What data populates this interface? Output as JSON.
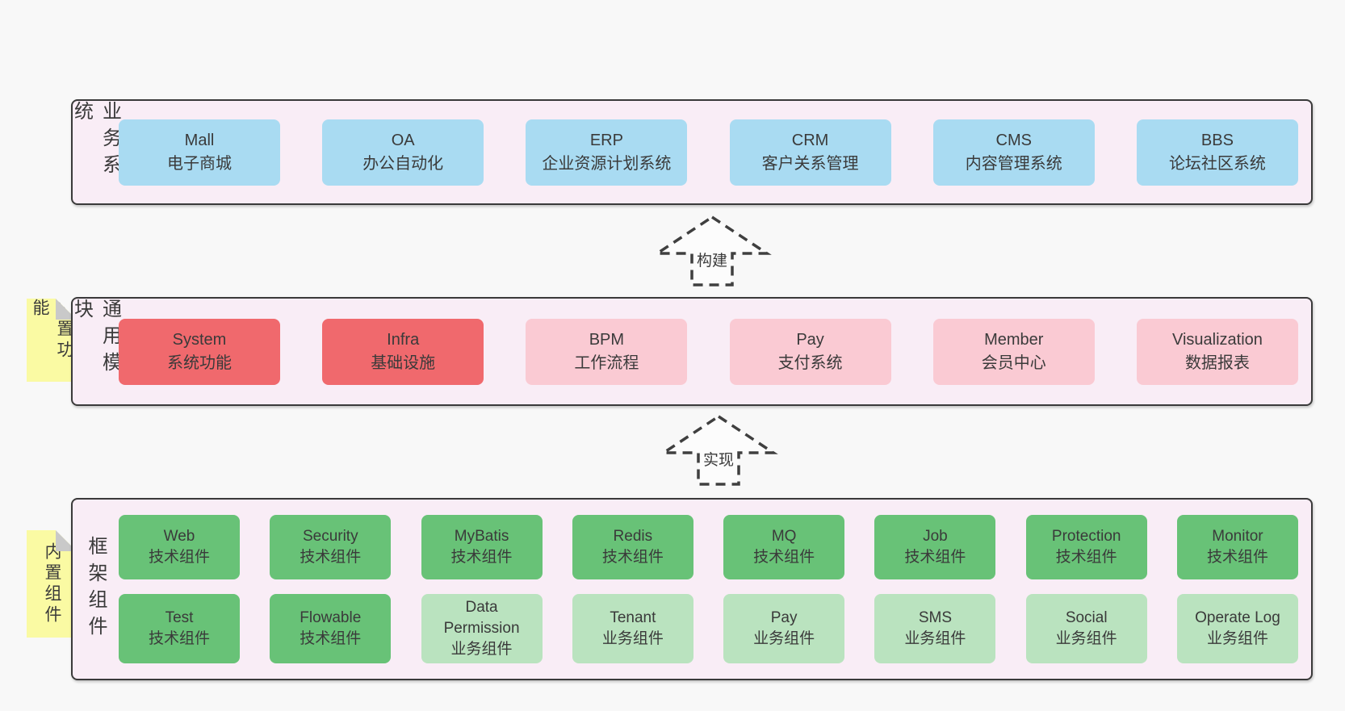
{
  "colors": {
    "page_bg": "#f8f8f8",
    "band_bg": "#f9edf6",
    "band_border": "#3a3a3a",
    "text": "#3a3a3a",
    "blue": "#a9dbf2",
    "red": "#f0696d",
    "pink": "#facad3",
    "green": "#68c277",
    "lightgreen": "#bae3bf",
    "note_yellow": "#fafaa3",
    "note_fold": "#c9c9c9",
    "arrow_stroke": "#3f3f3f",
    "arrow_fill": "#fcfcfc"
  },
  "arrows": [
    {
      "label": "构建"
    },
    {
      "label": "实现"
    }
  ],
  "notes": [
    {
      "label": "内置功能"
    },
    {
      "label": "内置组件"
    }
  ],
  "bands": [
    {
      "id": "business-systems",
      "label": "业务系统",
      "rows": [
        [
          {
            "name": "Mall",
            "desc": "电子商城",
            "variant": "blue"
          },
          {
            "name": "OA",
            "desc": "办公自动化",
            "variant": "blue"
          },
          {
            "name": "ERP",
            "desc": "企业资源计划系统",
            "variant": "blue"
          },
          {
            "name": "CRM",
            "desc": "客户关系管理",
            "variant": "blue"
          },
          {
            "name": "CMS",
            "desc": "内容管理系统",
            "variant": "blue"
          },
          {
            "name": "BBS",
            "desc": "论坛社区系统",
            "variant": "blue"
          }
        ]
      ]
    },
    {
      "id": "common-modules",
      "label": "通用模块",
      "rows": [
        [
          {
            "name": "System",
            "desc": "系统功能",
            "variant": "red"
          },
          {
            "name": "Infra",
            "desc": "基础设施",
            "variant": "red"
          },
          {
            "name": "BPM",
            "desc": "工作流程",
            "variant": "pink"
          },
          {
            "name": "Pay",
            "desc": "支付系统",
            "variant": "pink"
          },
          {
            "name": "Member",
            "desc": "会员中心",
            "variant": "pink"
          },
          {
            "name": "Visualization",
            "desc": "数据报表",
            "variant": "pink"
          }
        ]
      ]
    },
    {
      "id": "framework-components",
      "label": "框架组件",
      "rows": [
        [
          {
            "name": "Web",
            "desc": "技术组件",
            "variant": "green"
          },
          {
            "name": "Security",
            "desc": "技术组件",
            "variant": "green"
          },
          {
            "name": "MyBatis",
            "desc": "技术组件",
            "variant": "green"
          },
          {
            "name": "Redis",
            "desc": "技术组件",
            "variant": "green"
          },
          {
            "name": "MQ",
            "desc": "技术组件",
            "variant": "green"
          },
          {
            "name": "Job",
            "desc": "技术组件",
            "variant": "green"
          },
          {
            "name": "Protection",
            "desc": "技术组件",
            "variant": "green"
          },
          {
            "name": "Monitor",
            "desc": "技术组件",
            "variant": "green"
          }
        ],
        [
          {
            "name": "Test",
            "desc": "技术组件",
            "variant": "green"
          },
          {
            "name": "Flowable",
            "desc": "技术组件",
            "variant": "green"
          },
          {
            "name": "Data Permission",
            "desc": "业务组件",
            "variant": "lightgreen"
          },
          {
            "name": "Tenant",
            "desc": "业务组件",
            "variant": "lightgreen"
          },
          {
            "name": "Pay",
            "desc": "业务组件",
            "variant": "lightgreen"
          },
          {
            "name": "SMS",
            "desc": "业务组件",
            "variant": "lightgreen"
          },
          {
            "name": "Social",
            "desc": "业务组件",
            "variant": "lightgreen"
          },
          {
            "name": "Operate Log",
            "desc": "业务组件",
            "variant": "lightgreen"
          }
        ]
      ]
    }
  ]
}
